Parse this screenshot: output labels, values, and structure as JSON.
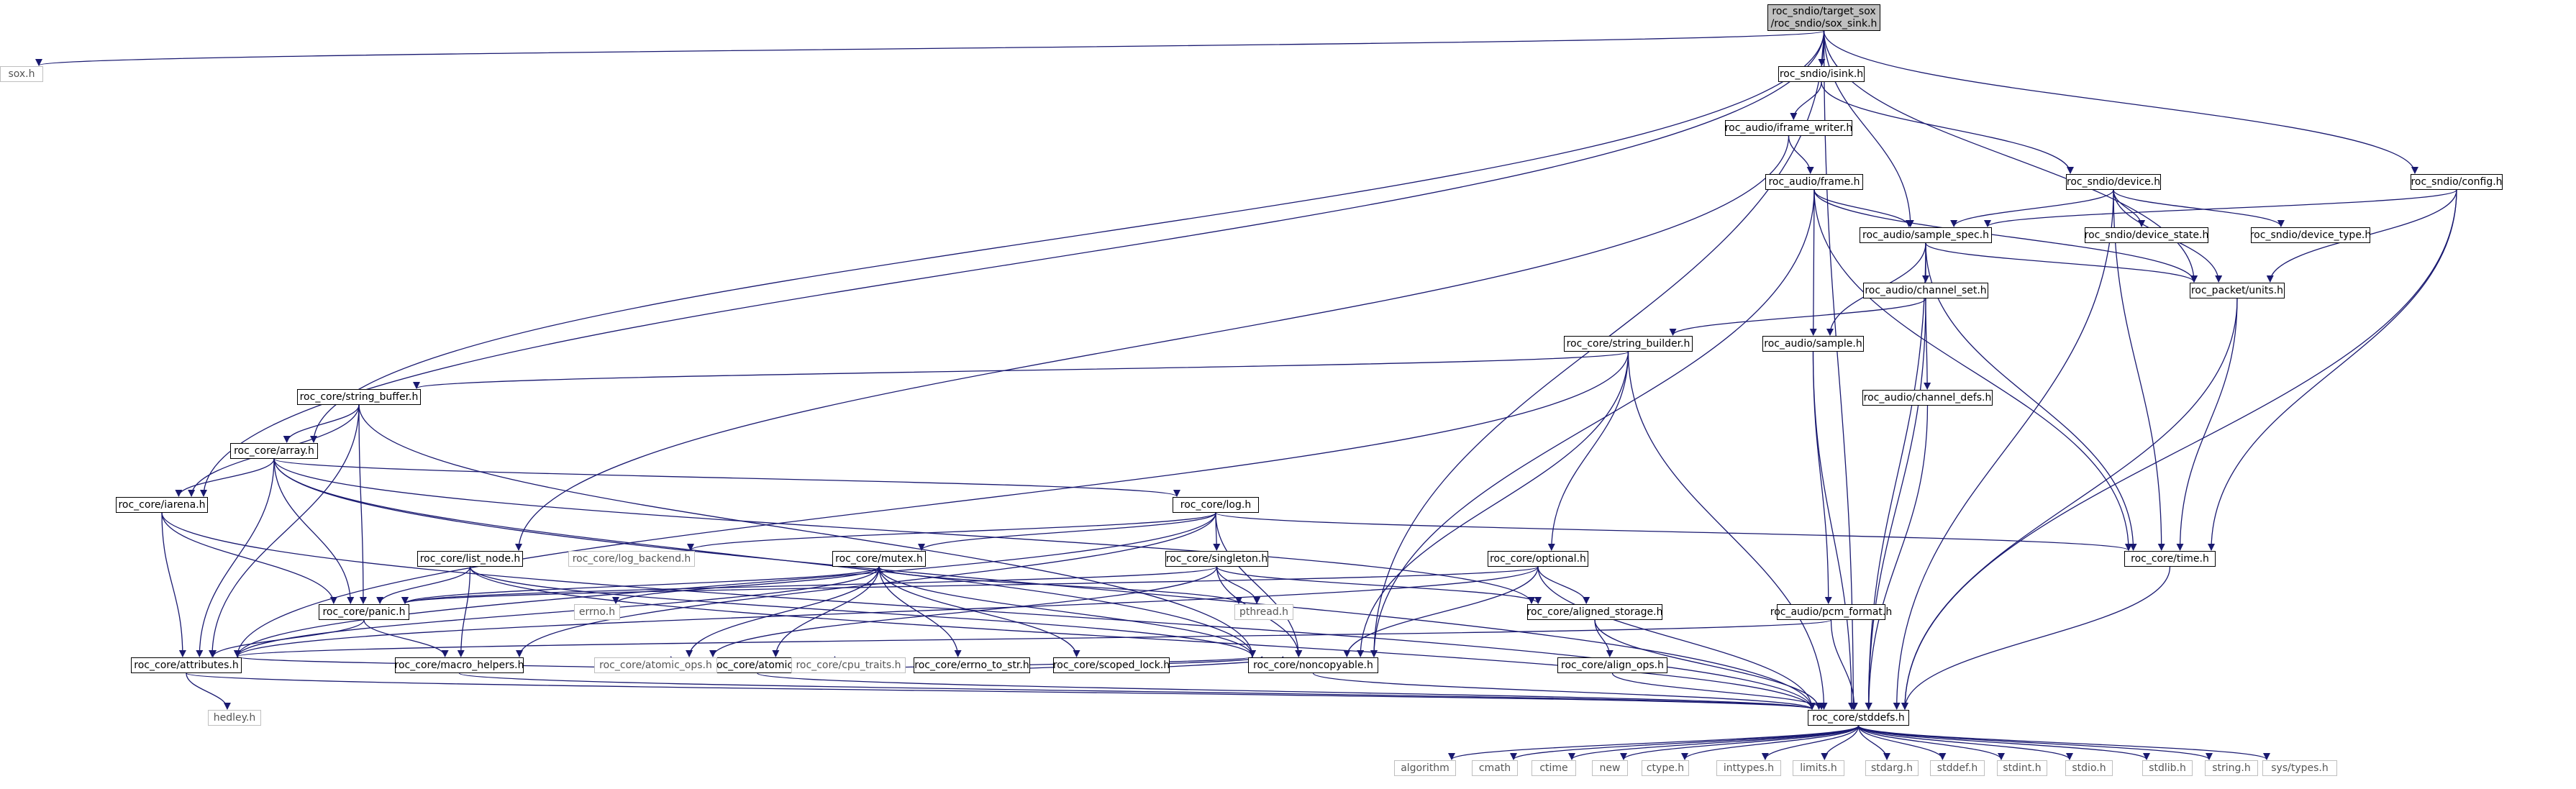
{
  "graph": {
    "root": {
      "lines": [
        "roc_sndio/target_sox",
        "/roc_sndio/sox_sink.h"
      ]
    },
    "colors": {
      "edge": "#191970",
      "node_border": "#000000",
      "external_border": "#bfbfbf",
      "root_fill": "#bfbfbf"
    },
    "nodes": [
      {
        "id": "sox",
        "label": "sox.h",
        "external": true
      },
      {
        "id": "isink",
        "label": "roc_sndio/isink.h"
      },
      {
        "id": "iframe_writer",
        "label": "roc_audio/iframe_writer.h"
      },
      {
        "id": "frame",
        "label": "roc_audio/frame.h"
      },
      {
        "id": "device",
        "label": "roc_sndio/device.h"
      },
      {
        "id": "config",
        "label": "roc_sndio/config.h"
      },
      {
        "id": "sample_spec",
        "label": "roc_audio/sample_spec.h"
      },
      {
        "id": "device_state",
        "label": "roc_sndio/device_state.h"
      },
      {
        "id": "device_type",
        "label": "roc_sndio/device_type.h"
      },
      {
        "id": "channel_set",
        "label": "roc_audio/channel_set.h"
      },
      {
        "id": "units",
        "label": "roc_packet/units.h"
      },
      {
        "id": "string_builder",
        "label": "roc_core/string_builder.h"
      },
      {
        "id": "sample",
        "label": "roc_audio/sample.h"
      },
      {
        "id": "channel_defs",
        "label": "roc_audio/channel_defs.h"
      },
      {
        "id": "string_buffer",
        "label": "roc_core/string_buffer.h"
      },
      {
        "id": "array",
        "label": "roc_core/array.h"
      },
      {
        "id": "iarena",
        "label": "roc_core/iarena.h"
      },
      {
        "id": "log",
        "label": "roc_core/log.h"
      },
      {
        "id": "list_node",
        "label": "roc_core/list_node.h"
      },
      {
        "id": "log_backend",
        "label": "roc_core/log_backend.h",
        "external": true
      },
      {
        "id": "mutex",
        "label": "roc_core/mutex.h"
      },
      {
        "id": "singleton",
        "label": "roc_core/singleton.h"
      },
      {
        "id": "optional",
        "label": "roc_core/optional.h"
      },
      {
        "id": "time",
        "label": "roc_core/time.h"
      },
      {
        "id": "panic",
        "label": "roc_core/panic.h"
      },
      {
        "id": "errno",
        "label": "errno.h",
        "external": true
      },
      {
        "id": "pthread",
        "label": "pthread.h",
        "external": true
      },
      {
        "id": "aligned_storage",
        "label": "roc_core/aligned_storage.h"
      },
      {
        "id": "pcm_format",
        "label": "roc_audio/pcm_format.h"
      },
      {
        "id": "atomic",
        "label": "roc_core/atomic.h"
      },
      {
        "id": "errno_to_str",
        "label": "roc_core/errno_to_str.h"
      },
      {
        "id": "scoped_lock",
        "label": "roc_core/scoped_lock.h"
      },
      {
        "id": "attributes",
        "label": "roc_core/attributes.h"
      },
      {
        "id": "macro_helpers",
        "label": "roc_core/macro_helpers.h"
      },
      {
        "id": "atomic_ops",
        "label": "roc_core/atomic_ops.h",
        "external": true
      },
      {
        "id": "cpu_traits",
        "label": "roc_core/cpu_traits.h",
        "external": true
      },
      {
        "id": "noncopyable",
        "label": "roc_core/noncopyable.h"
      },
      {
        "id": "align_ops",
        "label": "roc_core/align_ops.h"
      },
      {
        "id": "hedley",
        "label": "hedley.h",
        "external": true
      },
      {
        "id": "stddefs",
        "label": "roc_core/stddefs.h"
      },
      {
        "id": "algorithm",
        "label": "algorithm",
        "external": true
      },
      {
        "id": "cmath",
        "label": "cmath",
        "external": true
      },
      {
        "id": "ctime",
        "label": "ctime",
        "external": true
      },
      {
        "id": "new",
        "label": "new",
        "external": true
      },
      {
        "id": "ctype",
        "label": "ctype.h",
        "external": true
      },
      {
        "id": "inttypes",
        "label": "inttypes.h",
        "external": true
      },
      {
        "id": "limits",
        "label": "limits.h",
        "external": true
      },
      {
        "id": "stdarg",
        "label": "stdarg.h",
        "external": true
      },
      {
        "id": "stddef",
        "label": "stddef.h",
        "external": true
      },
      {
        "id": "stdint",
        "label": "stdint.h",
        "external": true
      },
      {
        "id": "stdio",
        "label": "stdio.h",
        "external": true
      },
      {
        "id": "stdlib",
        "label": "stdlib.h",
        "external": true
      },
      {
        "id": "string",
        "label": "string.h",
        "external": true
      },
      {
        "id": "systypes",
        "label": "sys/types.h",
        "external": true
      }
    ],
    "edges": [
      [
        "root",
        "sox"
      ],
      [
        "root",
        "isink"
      ],
      [
        "root",
        "iarena"
      ],
      [
        "root",
        "array"
      ],
      [
        "root",
        "sample_spec"
      ],
      [
        "root",
        "config"
      ],
      [
        "root",
        "units"
      ],
      [
        "root",
        "noncopyable"
      ],
      [
        "root",
        "stddefs"
      ],
      [
        "isink",
        "iframe_writer"
      ],
      [
        "isink",
        "device"
      ],
      [
        "iframe_writer",
        "frame"
      ],
      [
        "iframe_writer",
        "list_node"
      ],
      [
        "frame",
        "sample_spec"
      ],
      [
        "frame",
        "sample"
      ],
      [
        "frame",
        "units"
      ],
      [
        "frame",
        "time"
      ],
      [
        "frame",
        "noncopyable"
      ],
      [
        "device",
        "sample_spec"
      ],
      [
        "device",
        "device_state"
      ],
      [
        "device",
        "device_type"
      ],
      [
        "device",
        "units"
      ],
      [
        "device",
        "time"
      ],
      [
        "device",
        "stddefs"
      ],
      [
        "config",
        "sample_spec"
      ],
      [
        "config",
        "units"
      ],
      [
        "config",
        "time"
      ],
      [
        "config",
        "stddefs"
      ],
      [
        "sample_spec",
        "channel_set"
      ],
      [
        "sample_spec",
        "sample"
      ],
      [
        "sample_spec",
        "units"
      ],
      [
        "sample_spec",
        "time"
      ],
      [
        "sample_spec",
        "stddefs"
      ],
      [
        "channel_set",
        "string_builder"
      ],
      [
        "channel_set",
        "channel_defs"
      ],
      [
        "channel_set",
        "stddefs"
      ],
      [
        "units",
        "time"
      ],
      [
        "units",
        "stddefs"
      ],
      [
        "string_builder",
        "string_buffer"
      ],
      [
        "string_builder",
        "optional"
      ],
      [
        "string_builder",
        "noncopyable"
      ],
      [
        "string_builder",
        "stddefs"
      ],
      [
        "string_builder",
        "attributes"
      ],
      [
        "sample",
        "pcm_format"
      ],
      [
        "sample",
        "stddefs"
      ],
      [
        "channel_defs",
        "stddefs"
      ],
      [
        "string_buffer",
        "array"
      ],
      [
        "string_buffer",
        "iarena"
      ],
      [
        "string_buffer",
        "panic"
      ],
      [
        "string_buffer",
        "noncopyable"
      ],
      [
        "string_buffer",
        "attributes"
      ],
      [
        "array",
        "iarena"
      ],
      [
        "array",
        "log"
      ],
      [
        "array",
        "panic"
      ],
      [
        "array",
        "aligned_storage"
      ],
      [
        "array",
        "noncopyable"
      ],
      [
        "array",
        "attributes"
      ],
      [
        "array",
        "stddefs"
      ],
      [
        "iarena",
        "panic"
      ],
      [
        "iarena",
        "attributes"
      ],
      [
        "iarena",
        "stddefs"
      ],
      [
        "log",
        "log_backend"
      ],
      [
        "log",
        "mutex"
      ],
      [
        "log",
        "singleton"
      ],
      [
        "log",
        "time"
      ],
      [
        "log",
        "noncopyable"
      ],
      [
        "log",
        "attributes"
      ],
      [
        "log",
        "macro_helpers"
      ],
      [
        "list_node",
        "panic"
      ],
      [
        "list_node",
        "noncopyable"
      ],
      [
        "list_node",
        "macro_helpers"
      ],
      [
        "list_node",
        "stddefs"
      ],
      [
        "mutex",
        "panic"
      ],
      [
        "mutex",
        "atomic"
      ],
      [
        "mutex",
        "errno_to_str"
      ],
      [
        "mutex",
        "scoped_lock"
      ],
      [
        "mutex",
        "noncopyable"
      ],
      [
        "mutex",
        "errno"
      ],
      [
        "mutex",
        "pthread"
      ],
      [
        "mutex",
        "atomic_ops"
      ],
      [
        "mutex",
        "attributes"
      ],
      [
        "singleton",
        "panic"
      ],
      [
        "singleton",
        "aligned_storage"
      ],
      [
        "singleton",
        "noncopyable"
      ],
      [
        "singleton",
        "pthread"
      ],
      [
        "singleton",
        "atomic_ops"
      ],
      [
        "optional",
        "panic"
      ],
      [
        "optional",
        "aligned_storage"
      ],
      [
        "optional",
        "noncopyable"
      ],
      [
        "optional",
        "stddefs"
      ],
      [
        "optional",
        "attributes"
      ],
      [
        "time",
        "stddefs"
      ],
      [
        "panic",
        "attributes"
      ],
      [
        "panic",
        "macro_helpers"
      ],
      [
        "aligned_storage",
        "align_ops"
      ],
      [
        "aligned_storage",
        "stddefs"
      ],
      [
        "pcm_format",
        "attributes"
      ],
      [
        "pcm_format",
        "stddefs"
      ],
      [
        "atomic",
        "atomic_ops"
      ],
      [
        "atomic",
        "cpu_traits"
      ],
      [
        "atomic",
        "noncopyable"
      ],
      [
        "atomic",
        "attributes"
      ],
      [
        "atomic",
        "stddefs"
      ],
      [
        "errno_to_str",
        "noncopyable"
      ],
      [
        "scoped_lock",
        "noncopyable"
      ],
      [
        "attributes",
        "hedley"
      ],
      [
        "attributes",
        "stddefs"
      ],
      [
        "macro_helpers",
        "stddefs"
      ],
      [
        "noncopyable",
        "stddefs"
      ],
      [
        "align_ops",
        "stddefs"
      ],
      [
        "stddefs",
        "algorithm"
      ],
      [
        "stddefs",
        "cmath"
      ],
      [
        "stddefs",
        "ctime"
      ],
      [
        "stddefs",
        "new"
      ],
      [
        "stddefs",
        "ctype"
      ],
      [
        "stddefs",
        "inttypes"
      ],
      [
        "stddefs",
        "limits"
      ],
      [
        "stddefs",
        "stdarg"
      ],
      [
        "stddefs",
        "stddef"
      ],
      [
        "stddefs",
        "stdint"
      ],
      [
        "stddefs",
        "stdio"
      ],
      [
        "stddefs",
        "stdlib"
      ],
      [
        "stddefs",
        "string"
      ],
      [
        "stddefs",
        "systypes"
      ]
    ]
  }
}
